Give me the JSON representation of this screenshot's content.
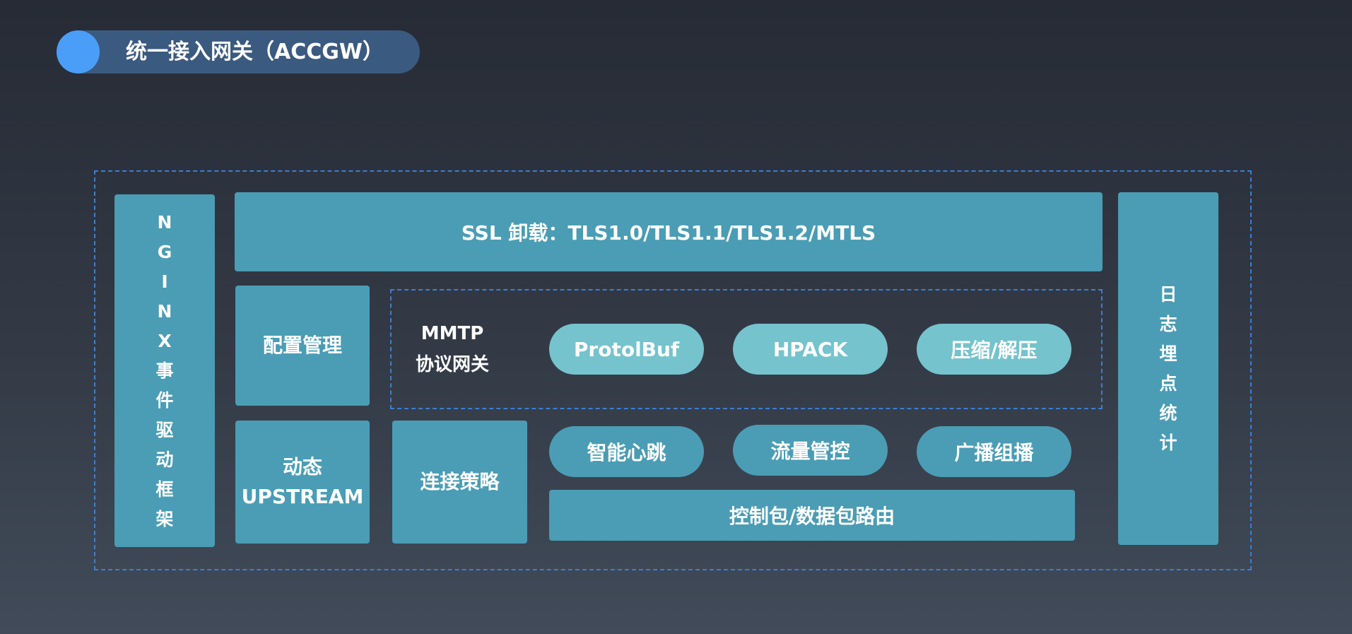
{
  "title": "统一接入网关（ACCGW）",
  "nginx": [
    "N",
    "G",
    "I",
    "N",
    "X",
    "事",
    "件",
    "驱",
    "动",
    "框",
    "架"
  ],
  "ssl": "SSL 卸载：TLS1.0/TLS1.1/TLS1.2/MTLS",
  "config": "配置管理",
  "upstream": {
    "line1": "动态",
    "line2": "UPSTREAM"
  },
  "connection": "连接策略",
  "mmtp": {
    "line1": "MMTP",
    "line2": "协议网关"
  },
  "protocol_features": [
    "ProtolBuf",
    "HPACK",
    "压缩/解压"
  ],
  "conn_features": [
    "智能心跳",
    "流量管控",
    "广播组播"
  ],
  "routing": "控制包/数据包路由",
  "stats": [
    "日",
    "志",
    "埋",
    "点",
    "统",
    "计"
  ]
}
